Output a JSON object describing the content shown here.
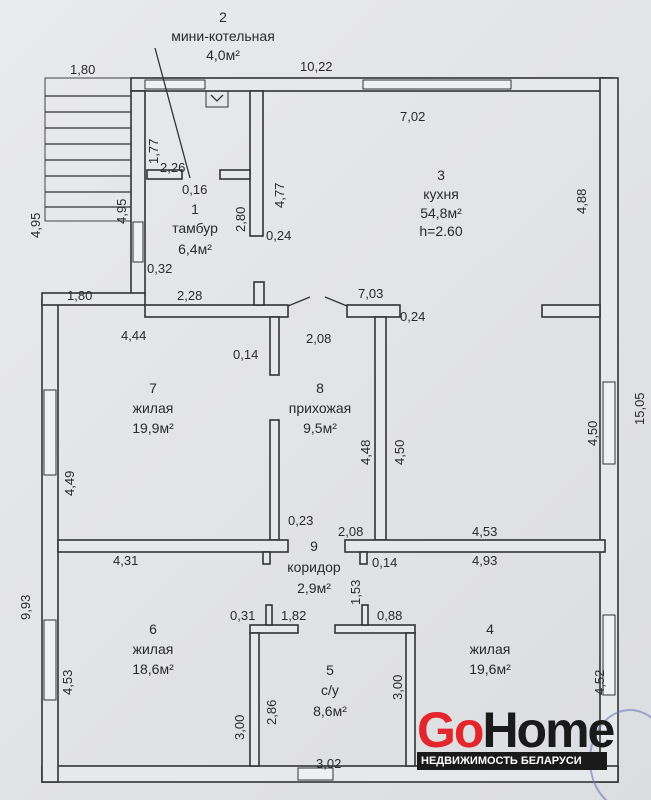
{
  "rooms": [
    {
      "num": "1",
      "name": "тамбур",
      "area": "6,4м²"
    },
    {
      "num": "2",
      "name": "мини-котельная",
      "area": "4,0м²"
    },
    {
      "num": "3",
      "name": "кухня",
      "area": "54,8м²",
      "height": "h=2.60"
    },
    {
      "num": "4",
      "name": "жилая",
      "area": "19,6м²"
    },
    {
      "num": "5",
      "name": "с/у",
      "area": "8,6м²"
    },
    {
      "num": "6",
      "name": "жилая",
      "area": "18,6м²"
    },
    {
      "num": "7",
      "name": "жилая",
      "area": "19,9м²"
    },
    {
      "num": "8",
      "name": "прихожая",
      "area": "9,5м²"
    },
    {
      "num": "9",
      "name": "коридор",
      "area": "2,9м²"
    }
  ],
  "dimensions": {
    "top_stairs": "1,80",
    "top_total": "10,22",
    "kitchen_w": "7,02",
    "kitchen_h": "4,88",
    "boiler_h": "1,77",
    "boiler_w": "2,26",
    "wall_016": "0,16",
    "stairs_h": "4,95",
    "stairs_h2": "4,95",
    "tambur_h": "2,80",
    "part_h": "4,77",
    "wall_024a": "0,24",
    "wall_032": "0,32",
    "left_180": "1,80",
    "tambur_w": "2,28",
    "hall_w": "7,03",
    "wall_024b": "0,24",
    "r7_w": "4,44",
    "wall_014a": "0,14",
    "hall_208": "2,08",
    "r7_h": "4,49",
    "r8_h1": "4,48",
    "r8_h2": "4,50",
    "right_450": "4,50",
    "right_total": "15,05",
    "wall_023": "0,23",
    "cor_208": "2,08",
    "r4_w1": "4,53",
    "r6_w": "4,31",
    "wall_014b": "0,14",
    "r4_w2": "4,93",
    "left_total": "9,93",
    "cor_153": "1,53",
    "wall_031": "0,31",
    "bath_182": "1,82",
    "bath_088": "0,88",
    "r6_h": "4,53",
    "r4_h": "4,52",
    "bath_300": "3,00",
    "bath_286": "2,86",
    "bath_302": "3,02",
    "bath_right": "3,00"
  },
  "watermark": {
    "brand_go": "Go",
    "brand_home": "Home",
    "tagline": "НЕДВИЖИМОСТЬ БЕЛАРУСИ"
  }
}
